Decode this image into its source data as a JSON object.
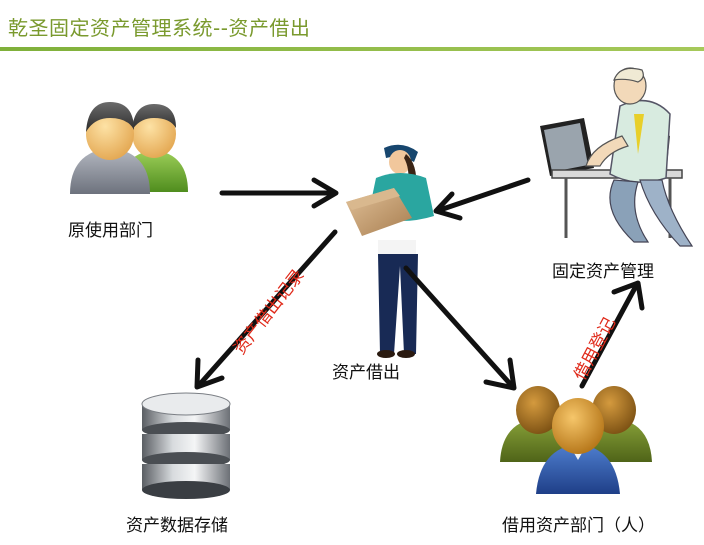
{
  "title": "乾圣固定资产管理系统--资产借出",
  "colors": {
    "title": "#7a9a2e",
    "rule": "#8bb43b",
    "arrow": "#111111",
    "flow_label": "#e02a1a",
    "node_text": "#111111"
  },
  "nodes": {
    "origin_dept": {
      "label": "原使用部门",
      "icon": "two-users-icon"
    },
    "asset_lend": {
      "label": "资产借出",
      "icon": "delivery-worker-icon"
    },
    "fixed_asset_mgmt": {
      "label": "固定资产管理",
      "icon": "office-worker-computer-icon"
    },
    "data_storage": {
      "label": "资产数据存储",
      "icon": "database-icon"
    },
    "borrow_dept": {
      "label": "借用资产部门（人）",
      "icon": "user-group-icon"
    }
  },
  "flows": {
    "lend_record": "资产借出记录",
    "borrow_register": "借用登记"
  }
}
